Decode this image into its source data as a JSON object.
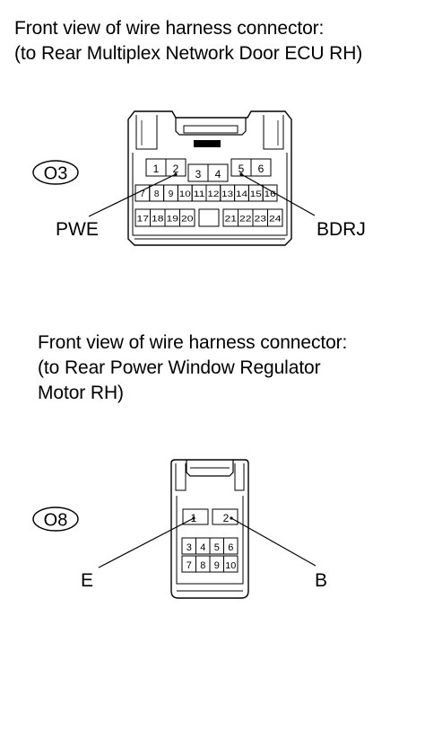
{
  "connector1": {
    "caption": [
      "Front view of wire harness connector:",
      "(to Rear Multiplex Network Door ECU RH)"
    ],
    "id": "O3",
    "pins": [
      "1",
      "2",
      "3",
      "4",
      "5",
      "6",
      "7",
      "8",
      "9",
      "10",
      "11",
      "12",
      "13",
      "14",
      "15",
      "16",
      "17",
      "18",
      "19",
      "20",
      "21",
      "22",
      "23",
      "24"
    ],
    "labels": {
      "left": "PWE",
      "right": "BDRJ"
    }
  },
  "connector2": {
    "caption": [
      "Front view of wire harness connector:",
      "(to Rear Power Window Regulator",
      "Motor RH)"
    ],
    "id": "O8",
    "pins": [
      "1",
      "2",
      "3",
      "4",
      "5",
      "6",
      "7",
      "8",
      "9",
      "10"
    ],
    "labels": {
      "left": "E",
      "right": "B"
    }
  }
}
